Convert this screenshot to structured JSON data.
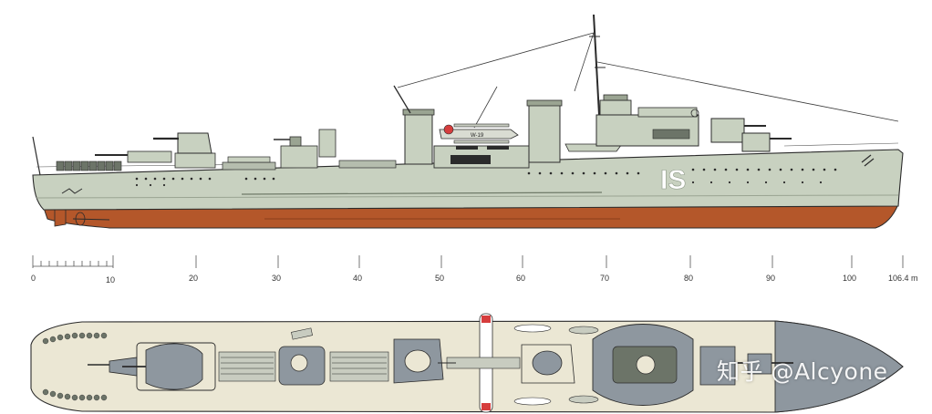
{
  "profile": {
    "hull_number": "IS",
    "aircraft_code": "W-19"
  },
  "scale": {
    "labels": [
      "0",
      "10",
      "20",
      "30",
      "40",
      "50",
      "60",
      "70",
      "80",
      "90",
      "100",
      "106.4 m"
    ]
  },
  "watermark": {
    "text": "知乎 @Alcyone"
  },
  "colors": {
    "hull_grey": "#c8d1c0",
    "antifouling_red": "#b4572a",
    "deck_cream": "#ebe7d4",
    "deck_fittings_grey": "#8e979f",
    "outline": "#2b2b2b"
  }
}
